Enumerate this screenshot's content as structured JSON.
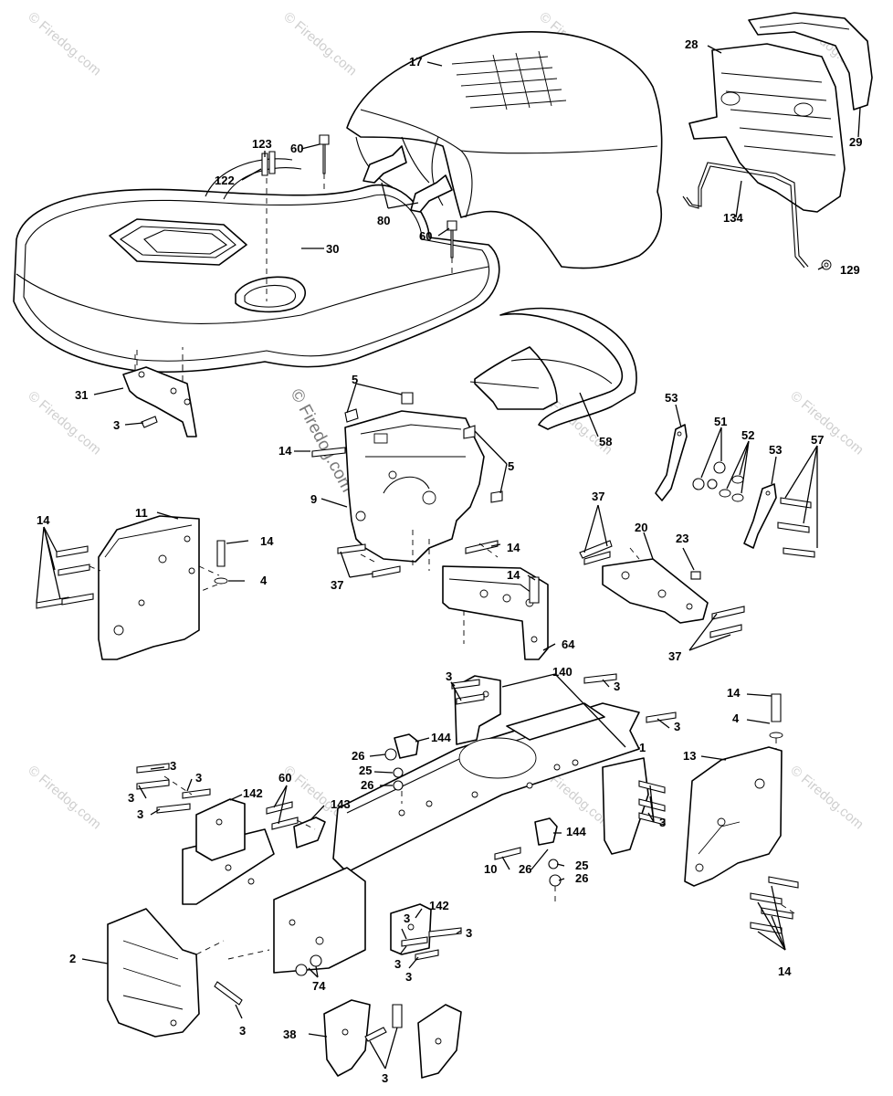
{
  "watermark": {
    "text": "© Firedog.com",
    "color": "#cfcfcf"
  },
  "labels": {
    "p1": "1",
    "p2": "2",
    "p3": "3",
    "p4": "4",
    "p5": "5",
    "p9": "9",
    "p10": "10",
    "p11": "11",
    "p13": "13",
    "p14": "14",
    "p17": "17",
    "p20": "20",
    "p23": "23",
    "p25": "25",
    "p26": "26",
    "p28": "28",
    "p29": "29",
    "p30": "30",
    "p31": "31",
    "p37": "37",
    "p38": "38",
    "p51": "51",
    "p52": "52",
    "p53": "53",
    "p57": "57",
    "p58": "58",
    "p60": "60",
    "p64": "64",
    "p74": "74",
    "p80": "80",
    "p122": "122",
    "p123": "123",
    "p129": "129",
    "p134": "134",
    "p140": "140",
    "p142": "142",
    "p143": "143",
    "p144": "144"
  }
}
